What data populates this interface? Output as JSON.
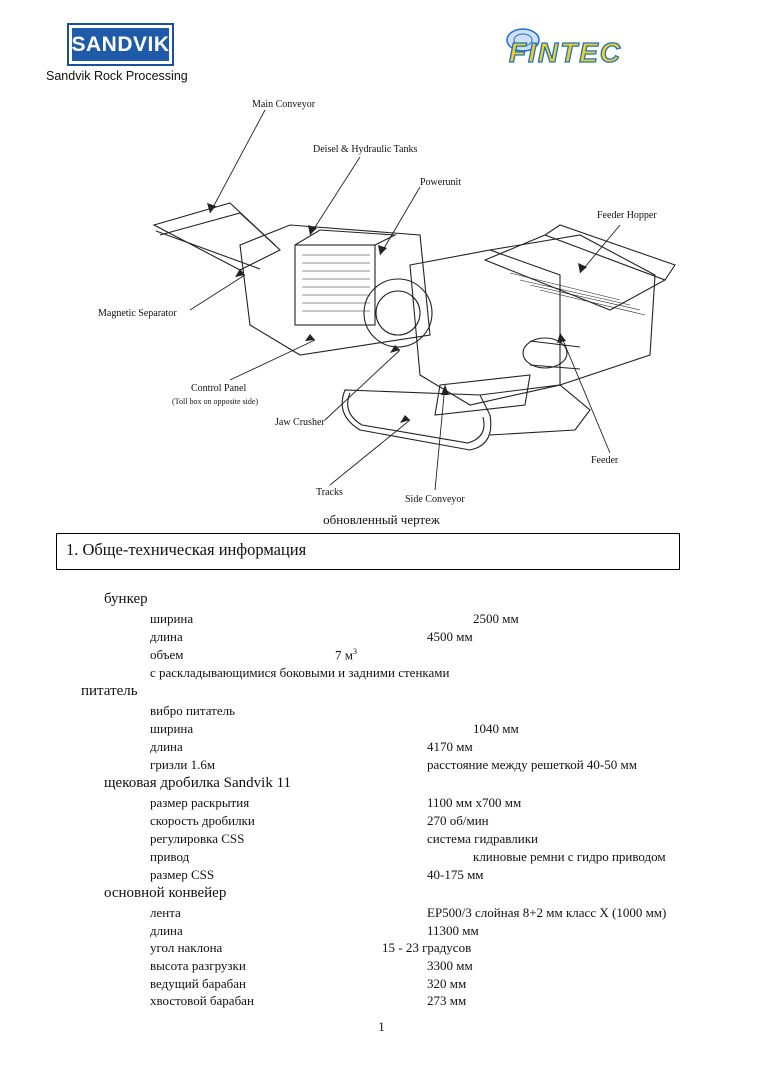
{
  "header": {
    "sandvik_logo": "SANDVIK",
    "sandvik_caption": "Sandvik Rock Processing",
    "fintec_logo": "FINTEC",
    "logo_colors": {
      "sandvik_blue": "#1f5aa8",
      "fintec_yellow": "#f2d21b",
      "fintec_blue": "#1e6fd0"
    }
  },
  "diagram": {
    "labels": {
      "main_conveyor": "Main Conveyor",
      "tanks": "Deisel & Hydraulic Tanks",
      "powerunit": "Powerunit",
      "feeder_hopper": "Feeder Hopper",
      "magnetic_separator": "Magnetic Separator",
      "control_panel": "Control Panel",
      "control_panel_note": "(Toll box on opposite side)",
      "jaw_crusher": "Jaw Crusher",
      "feeder": "Feeder",
      "tracks": "Tracks",
      "side_conveyor": "Side Conveyor"
    },
    "caption": "обновленный чертеж"
  },
  "section": {
    "title": "1. Обще-техническая информация"
  },
  "specs": {
    "hopper": {
      "title": "бункер",
      "width_label": "ширина",
      "width_value": "2500 мм",
      "length_label": "длина",
      "length_value": "4500 мм",
      "volume_label": "объем",
      "volume_value": "7 м",
      "volume_sup": "3",
      "note": "с раскладывающимися боковыми и задними стенками"
    },
    "feeder": {
      "title": "питатель",
      "type": "вибро питатель",
      "width_label": "ширина",
      "width_value": "1040 мм",
      "length_label": "длина",
      "length_value": "4170 мм",
      "grizzly_label": "гризли 1.6м",
      "grizzly_value": "расстояние между решеткой 40-50 мм"
    },
    "crusher": {
      "title": "щековая дробилка Sandvik 11",
      "opening_label": "размер раскрытия",
      "opening_value": "1100 мм х700 мм",
      "speed_label": "скорость дробилки",
      "speed_value": "270 об/мин",
      "css_adj_label": "регулировка CSS",
      "css_adj_value": "система гидравлики",
      "drive_label": "привод",
      "drive_value": "клиновые ремни с гидро приводом",
      "css_size_label": "размер CSS",
      "css_size_value": "40-175 мм"
    },
    "main_conveyor": {
      "title": "основной конвейер",
      "belt_label": "лента",
      "belt_value": "EP500/3 слойная 8+2 мм класс X (1000 мм)",
      "length_label": "длина",
      "length_value": "11300 мм",
      "angle_label": "угол наклона",
      "angle_value": "15 - 23 градусов",
      "height_label": "высота разгрузки",
      "height_value": "3300 мм",
      "head_label": "ведущий барабан",
      "head_value": "320 мм",
      "tail_label": "хвостовой барабан",
      "tail_value": "273 мм"
    }
  },
  "page_number": "1"
}
